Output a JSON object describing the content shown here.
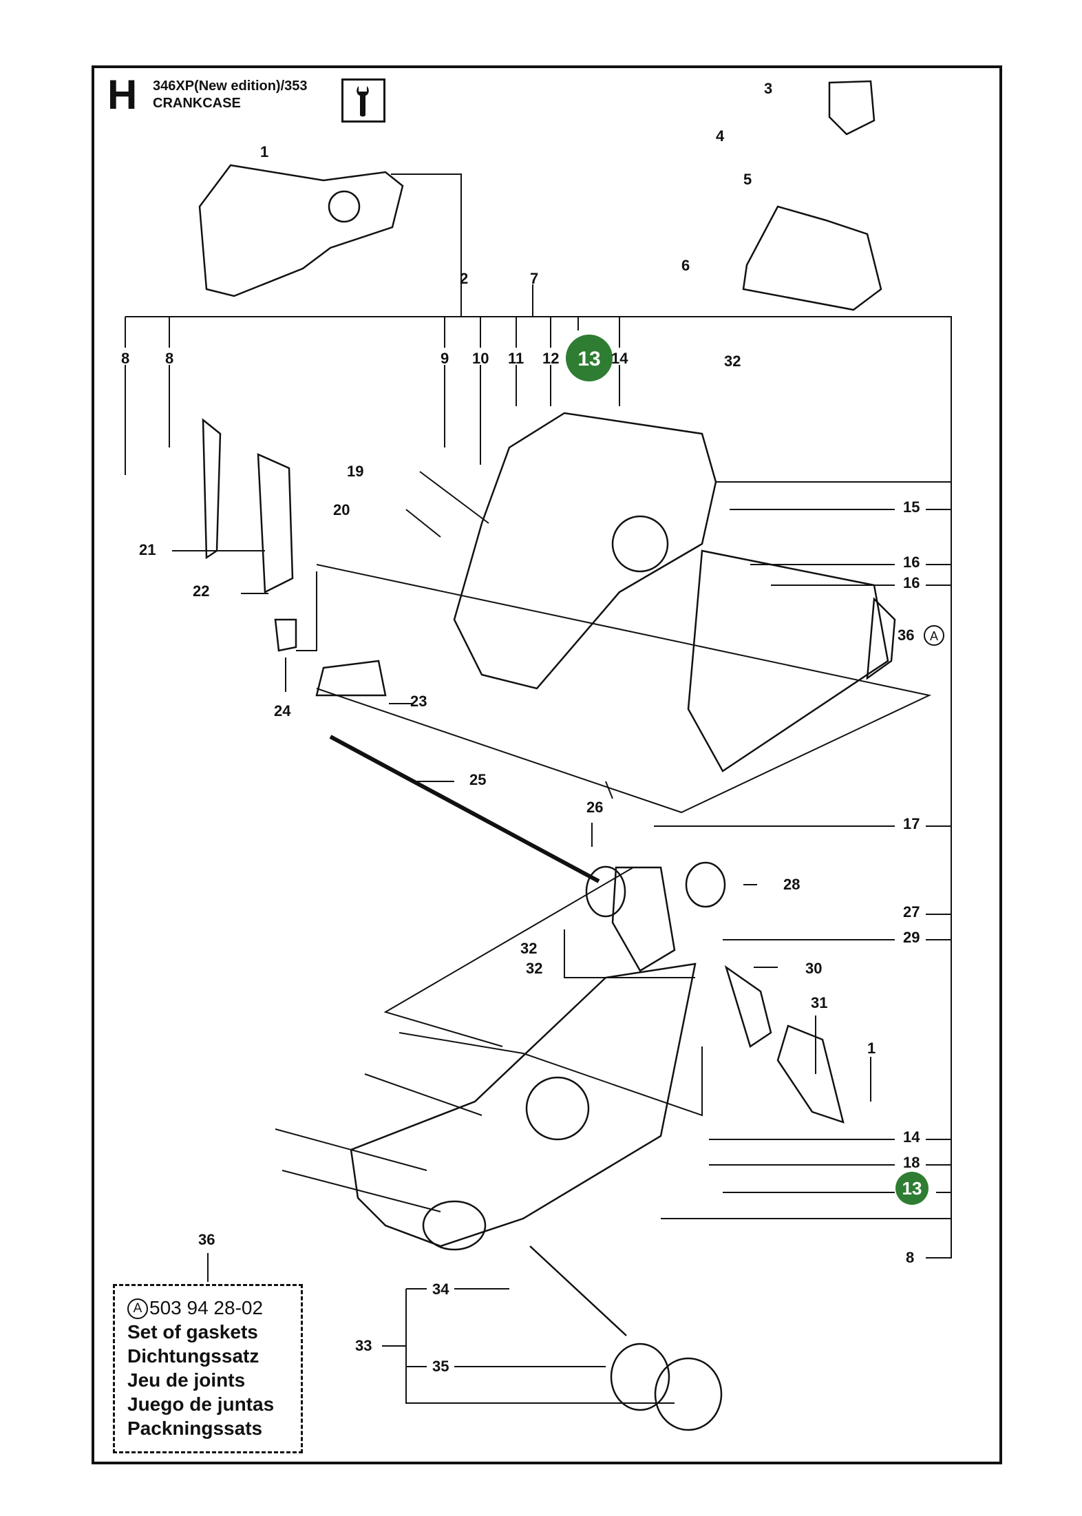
{
  "header": {
    "section_letter": "H",
    "model": "346XP(New edition)/353",
    "title": "CRANKCASE"
  },
  "icons": {
    "tool": "wrench-icon",
    "kit_marker": "circled-letter-a"
  },
  "colors": {
    "highlight_badge": "#2e7d32",
    "line": "#111111"
  },
  "callouts": {
    "c1_top": "1",
    "c2": "2",
    "c3": "3",
    "c4": "4",
    "c5": "5",
    "c6": "6",
    "c7": "7",
    "c8_a": "8",
    "c8_b": "8",
    "c9": "9",
    "c10": "10",
    "c11": "11",
    "c12": "12",
    "c13_top": "13",
    "c14_top": "14",
    "c32_top": "32",
    "c15": "15",
    "c16_a": "16",
    "c16_b": "16",
    "c36_right": "36",
    "c36_marker": "A",
    "c19": "19",
    "c20": "20",
    "c21": "21",
    "c22": "22",
    "c23": "23",
    "c24": "24",
    "c25": "25",
    "c26": "26",
    "c17": "17",
    "c28": "28",
    "c27": "27",
    "c29": "29",
    "c32_mid_a": "32",
    "c32_mid_b": "32",
    "c30": "30",
    "c31": "31",
    "c1_bottom": "1",
    "c14_bottom": "14",
    "c18": "18",
    "c13_bottom": "13",
    "c8_bottom": "8",
    "c36_kit": "36",
    "c34": "34",
    "c33": "33",
    "c35": "35"
  },
  "kit": {
    "marker": "A",
    "part_number": "503 94 28-02",
    "lines": [
      "Set of gaskets",
      "Dichtungssatz",
      "Jeu de joints",
      "Juego de juntas",
      "Packningssats"
    ]
  }
}
